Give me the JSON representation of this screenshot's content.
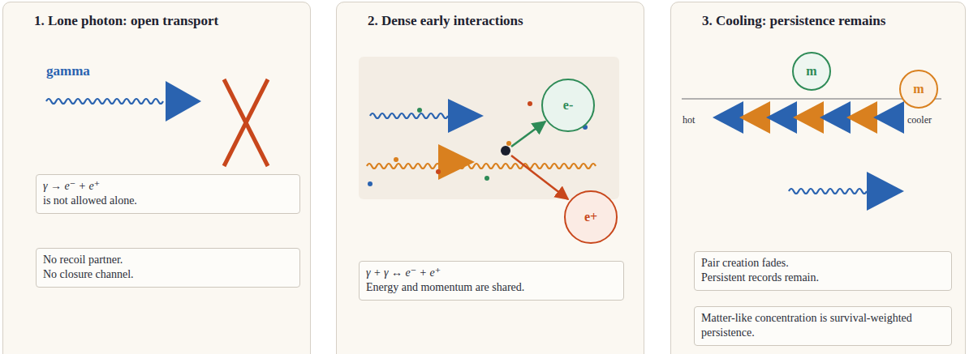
{
  "diagram": {
    "nodes": [
      {
        "text": [
          "1. Lone photon: open transport"
        ]
      },
      {
        "text": [
          "γ → e⁻ + e⁺",
          "is not allowed alone."
        ],
        "in": 0
      },
      {
        "text": [
          "No recoil partner.",
          "No closure channel."
        ],
        "in": 0
      },
      {
        "text": [
          "2. Dense early interactions"
        ]
      },
      {
        "text": [
          "e-"
        ],
        "in": 3
      },
      {
        "text": [
          "e+"
        ],
        "in": 3
      },
      {
        "text": [
          "γ + γ ↔ e⁻ + e⁺",
          "Energy and momentum are shared."
        ],
        "in": 3
      },
      {
        "text": [
          "3. Cooling: persistence remains"
        ]
      },
      {
        "text": [
          "m"
        ],
        "in": 7
      },
      {
        "text": [
          "m"
        ],
        "in": 7
      },
      {
        "text": [
          "Pair creation fades.",
          "Persistent records remain."
        ],
        "in": 7
      },
      {
        "text": [
          "Matter-like concentration is survival-weighted persistence."
        ],
        "in": 7
      }
    ],
    "labels": [
      "gamma",
      "hot",
      "cooler"
    ]
  }
}
